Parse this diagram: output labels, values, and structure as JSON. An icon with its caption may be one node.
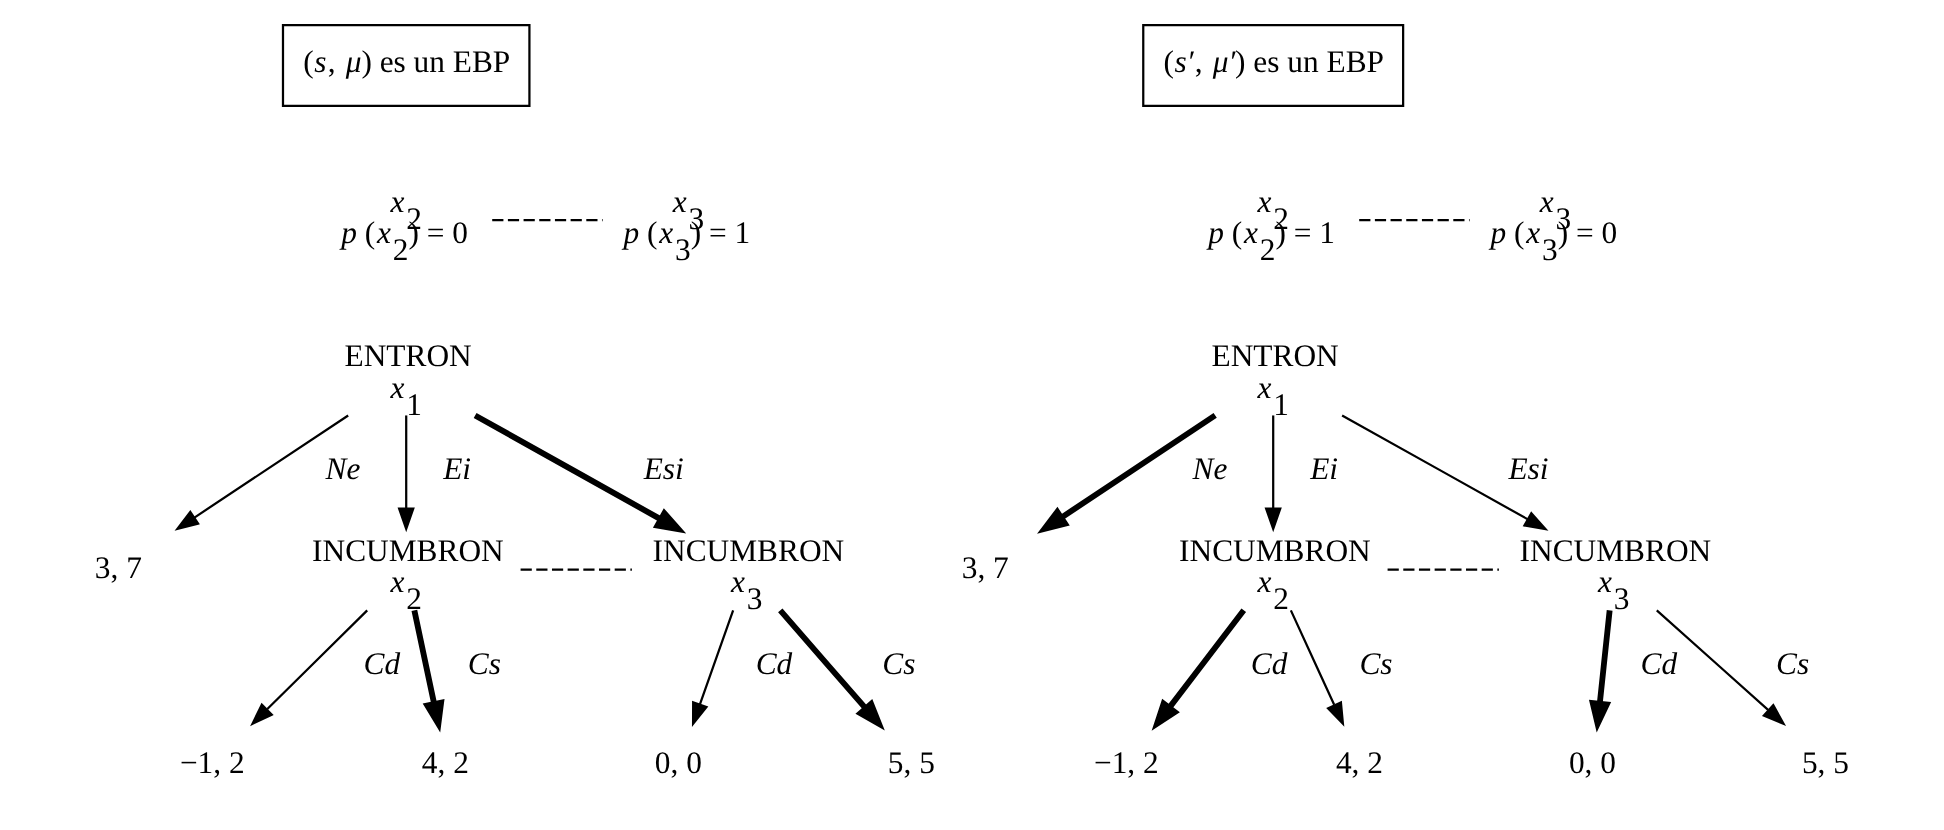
{
  "diagram": {
    "nodes": [
      {
        "text": [
          "(*s*, *μ*) es un EBP"
        ]
      },
      {
        "text": [
          "*x*$_{2}$"
        ],
        "beside": [
          "*p* (*x*$_{2}$) = 0"
        ]
      },
      {
        "text": [
          "*x*$_{3}$"
        ],
        "beside": [
          "*p* (*x*$_{3}$) = 1"
        ]
      },
      {
        "text": [
          "ENTRON",
          "*x*$_{1}$"
        ]
      },
      {
        "text": [
          "INCUMBRON",
          "*x*$_{2}$"
        ]
      },
      {
        "text": [
          "INCUMBRON",
          "*x*$_{3}$"
        ]
      },
      {
        "text": [
          "3, 7"
        ]
      },
      {
        "text": [
          "−1, 2"
        ]
      },
      {
        "text": [
          "4, 2"
        ]
      },
      {
        "text": [
          "0, 0"
        ]
      },
      {
        "text": [
          "5, 5"
        ]
      },
      {
        "text": [
          "(*s′*, *μ′*) es un EBP"
        ]
      },
      {
        "text": [
          "*x*$_{2}$"
        ],
        "beside": [
          "*p* (*x*$_{2}$) = 1"
        ]
      },
      {
        "text": [
          "*x*$_{3}$"
        ],
        "beside": [
          "*p* (*x*$_{3}$) = 0"
        ]
      },
      {
        "text": [
          "ENTRON",
          "*x*$_{1}$"
        ]
      },
      {
        "text": [
          "INCUMBRON",
          "*x*$_{2}$"
        ]
      },
      {
        "text": [
          "INCUMBRON",
          "*x*$_{3}$"
        ]
      },
      {
        "text": [
          "3, 7"
        ]
      },
      {
        "text": [
          "−1, 2"
        ]
      },
      {
        "text": [
          "4, 2"
        ]
      },
      {
        "text": [
          "0, 0"
        ]
      },
      {
        "text": [
          "5, 5"
        ]
      }
    ],
    "edges": [
      {
        "from": 1,
        "to": 2,
        "arrow": "none",
        "style": "dashed"
      },
      {
        "from": 3,
        "to": 6,
        "arrow": "to",
        "label": "Ne"
      },
      {
        "from": 3,
        "to": 4,
        "arrow": "to",
        "label": "Ei"
      },
      {
        "from": 3,
        "to": 5,
        "arrow": "to",
        "label": "Esi",
        "style": "thick"
      },
      {
        "from": 4,
        "to": 5,
        "arrow": "none",
        "style": "dashed"
      },
      {
        "from": 4,
        "to": 7,
        "arrow": "to",
        "label": "Cd"
      },
      {
        "from": 4,
        "to": 8,
        "arrow": "to",
        "label": "Cs",
        "style": "thick"
      },
      {
        "from": 5,
        "to": 9,
        "arrow": "to",
        "label": "Cd"
      },
      {
        "from": 5,
        "to": 10,
        "arrow": "to",
        "label": "Cs",
        "style": "thick"
      },
      {
        "from": 12,
        "to": 13,
        "arrow": "none",
        "style": "dashed"
      },
      {
        "from": 14,
        "to": 17,
        "arrow": "to",
        "label": "Ne",
        "style": "thick"
      },
      {
        "from": 14,
        "to": 15,
        "arrow": "to",
        "label": "Ei"
      },
      {
        "from": 14,
        "to": 16,
        "arrow": "to",
        "label": "Esi"
      },
      {
        "from": 15,
        "to": 16,
        "arrow": "none",
        "style": "dashed"
      },
      {
        "from": 15,
        "to": 18,
        "arrow": "to",
        "label": "Cd",
        "style": "thick"
      },
      {
        "from": 15,
        "to": 19,
        "arrow": "to",
        "label": "Cs"
      },
      {
        "from": 16,
        "to": 20,
        "arrow": "to",
        "label": "Cd",
        "style": "thick"
      },
      {
        "from": 16,
        "to": 21,
        "arrow": "to",
        "label": "Cs"
      }
    ]
  }
}
